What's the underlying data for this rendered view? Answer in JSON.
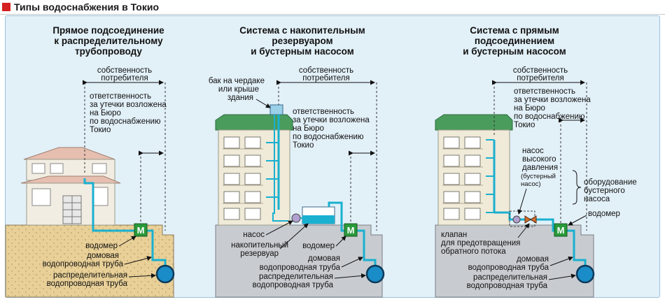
{
  "title": "Типы водоснабжения в Токио",
  "colors": {
    "accent": "#d42020",
    "background": "#e2f0f8",
    "pipe": "#1ab0d0",
    "meter": "#2a9a3a",
    "soil": "#e8d098",
    "foundation": "#c8ccd0",
    "roof": "#4a9c5c"
  },
  "panels": [
    {
      "heading": [
        "Прямое подсоединение",
        "к распределительному",
        "трубопроводу"
      ],
      "ownership": [
        "собственность",
        "потребителя"
      ],
      "responsibility": [
        "ответственность",
        "за утечки возложена",
        "на Бюро",
        "по водоснабжению",
        "Токио"
      ],
      "meter_symbol": "M",
      "labels": {
        "meter": "водомер",
        "house_pipe": [
          "домовая",
          "водопроводная труба"
        ],
        "main_pipe": [
          "распределительная",
          "водопроводная труба"
        ]
      }
    },
    {
      "heading": [
        "Система с накопительным",
        "резервуаром",
        "и бустерным насосом"
      ],
      "ownership": [
        "собственность",
        "потребителя"
      ],
      "roof_tank": [
        "бак на чердаке",
        "или крыше",
        "здания"
      ],
      "responsibility": [
        "ответственность",
        "за утечки возложена",
        "на Бюро",
        "по водоснабжению",
        "Токио"
      ],
      "meter_symbol": "M",
      "labels": {
        "pump": "насос",
        "tank": [
          "накопительный",
          "резервуар"
        ],
        "meter": "водомер",
        "house_pipe": [
          "домовая",
          "водопроводная труба"
        ],
        "main_pipe": [
          "распределительная",
          "водопроводная труба"
        ]
      }
    },
    {
      "heading": [
        "Система с прямым",
        "подсоединением",
        "и бустерным насосом"
      ],
      "ownership": [
        "собственность",
        "потребителя"
      ],
      "responsibility": [
        "ответственность",
        "за утечки возложена",
        "на Бюро",
        "по водоснабжению",
        "Токио"
      ],
      "meter_symbol": "M",
      "labels": {
        "high_pressure_pump": [
          "насос",
          "высокого",
          "давления"
        ],
        "booster_note": [
          "(бустерный",
          "насос)"
        ],
        "booster_equipment": [
          "оборудование",
          "бустерного",
          "насоса"
        ],
        "meter": "водомер",
        "valve": [
          "клапан",
          "для предотвращения",
          "обратного потока"
        ],
        "house_pipe": [
          "домовая",
          "водопроводная труба"
        ],
        "main_pipe": [
          "распределительная",
          "водопроводная труба"
        ]
      }
    }
  ]
}
